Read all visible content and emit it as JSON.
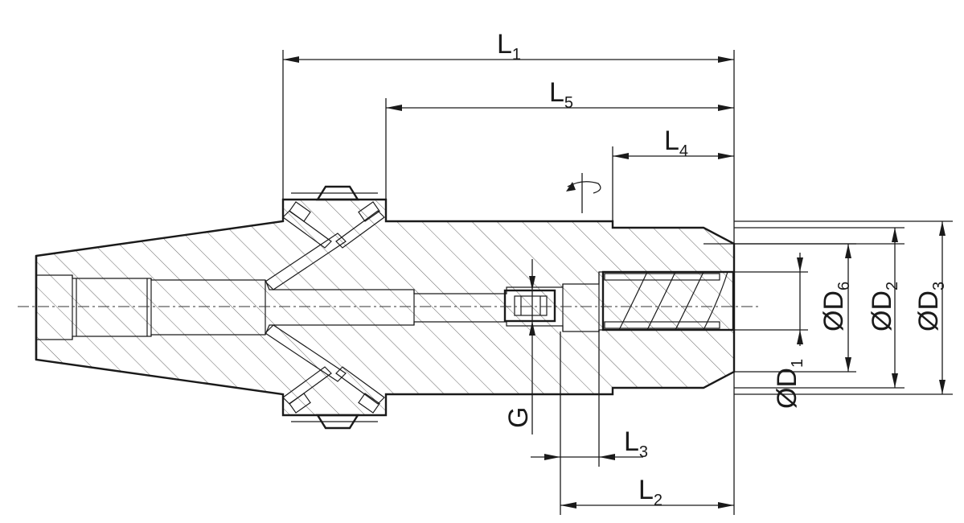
{
  "labels": {
    "L1": {
      "base": "L",
      "sub": "1"
    },
    "L2": {
      "base": "L",
      "sub": "2"
    },
    "L3": {
      "base": "L",
      "sub": "3"
    },
    "L4": {
      "base": "L",
      "sub": "4"
    },
    "L5": {
      "base": "L",
      "sub": "5"
    },
    "G": {
      "base": "G"
    },
    "D1": {
      "base": "ØD",
      "sub": "1"
    },
    "D2": {
      "base": "ØD",
      "sub": "2"
    },
    "D3": {
      "base": "ØD",
      "sub": "3"
    },
    "D6": {
      "base": "ØD",
      "sub": "6"
    }
  },
  "colors": {
    "line": "#1a1a1a",
    "hatch": "#555555",
    "background": "#ffffff"
  }
}
